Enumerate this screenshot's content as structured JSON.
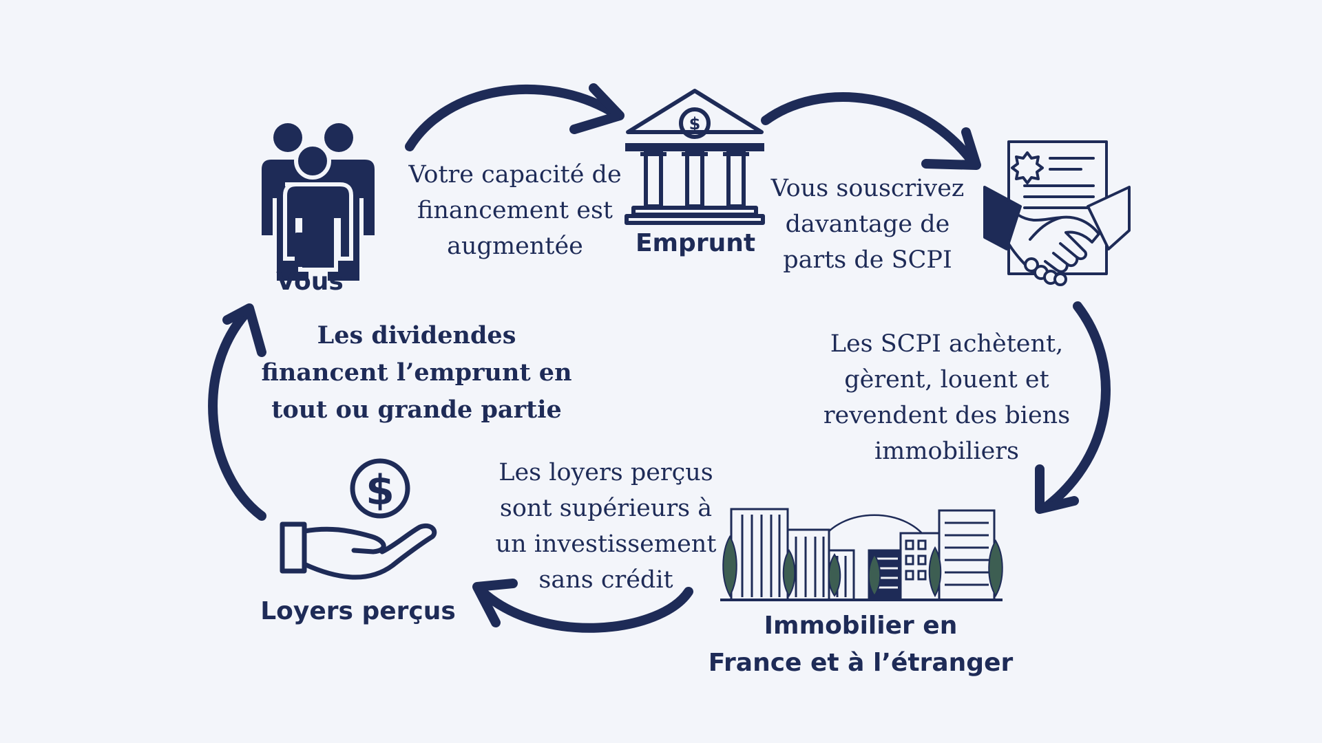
{
  "colors": {
    "background": "#f3f5fa",
    "navy": "#1e2b57",
    "tree_green": "#3d5e52"
  },
  "nodes": {
    "vous": {
      "label": "Vous",
      "icon": "people-group-icon"
    },
    "emprunt": {
      "label": "Emprunt",
      "icon": "bank-icon"
    },
    "scpi": {
      "icon": "contract-handshake-icon"
    },
    "immobilier": {
      "label": "Immobilier  en\nFrance et à l’étranger",
      "icon": "city-buildings-icon"
    },
    "loyers": {
      "label": "Loyers perçus",
      "icon": "hand-dollar-icon"
    }
  },
  "steps": {
    "capacite": "Votre capacité de\nfinancement est\naugmentée",
    "souscrivez": "Vous souscrivez\ndavantage de\nparts de SCPI",
    "achetent": "Les SCPI achètent,\ngèrent, louent et\nrevendent des biens\nimmobiliers",
    "loyers_superieurs": "Les loyers perçus\nsont supérieurs à\nun investissement\nsans crédit",
    "dividendes": "Les dividendes\nfinancent l’emprunt en\ntout ou grande partie"
  }
}
